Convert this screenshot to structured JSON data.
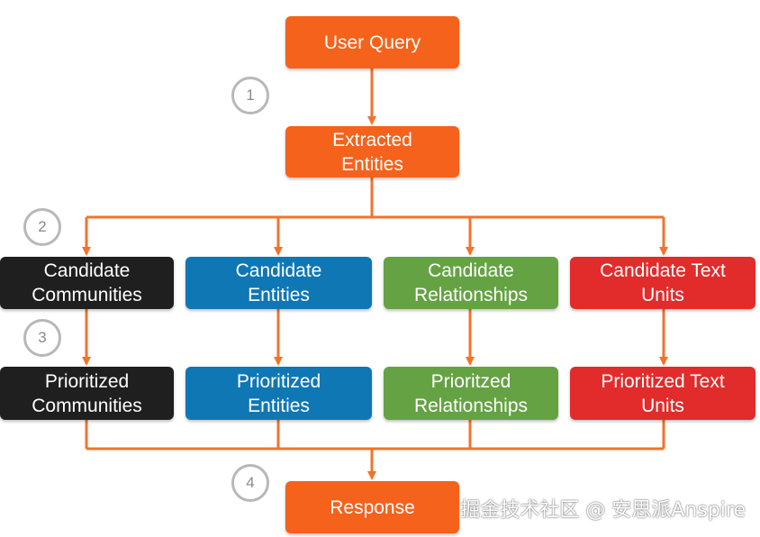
{
  "colors": {
    "orange": "#f5621b",
    "black": "#1f1f1f",
    "blue": "#0f77b3",
    "green": "#65a244",
    "red": "#e22b2b",
    "connector": "#f2732c",
    "step_ring": "#b8b8b8"
  },
  "nodes": {
    "user_query": {
      "line1": "User Query"
    },
    "extracted_entities": {
      "line1": "Extracted",
      "line2": "Entities"
    },
    "candidate_communities": {
      "line1": "Candidate",
      "line2": "Communities"
    },
    "candidate_entities": {
      "line1": "Candidate",
      "line2": "Entities"
    },
    "candidate_relationships": {
      "line1": "Candidate",
      "line2": "Relationships"
    },
    "candidate_text_units": {
      "line1": "Candidate Text",
      "line2": "Units"
    },
    "prioritized_communities": {
      "line1": "Prioritized",
      "line2": "Communities"
    },
    "prioritized_entities": {
      "line1": "Prioritized",
      "line2": "Entities"
    },
    "prioritized_relationships": {
      "line1": "Prioritzed",
      "line2": "Relationships"
    },
    "prioritized_text_units": {
      "line1": "Prioritized Text",
      "line2": "Units"
    },
    "response": {
      "line1": "Response"
    }
  },
  "steps": [
    "1",
    "2",
    "3",
    "4"
  ],
  "watermark": "掘金技术社区 @ 安思派Anspire"
}
